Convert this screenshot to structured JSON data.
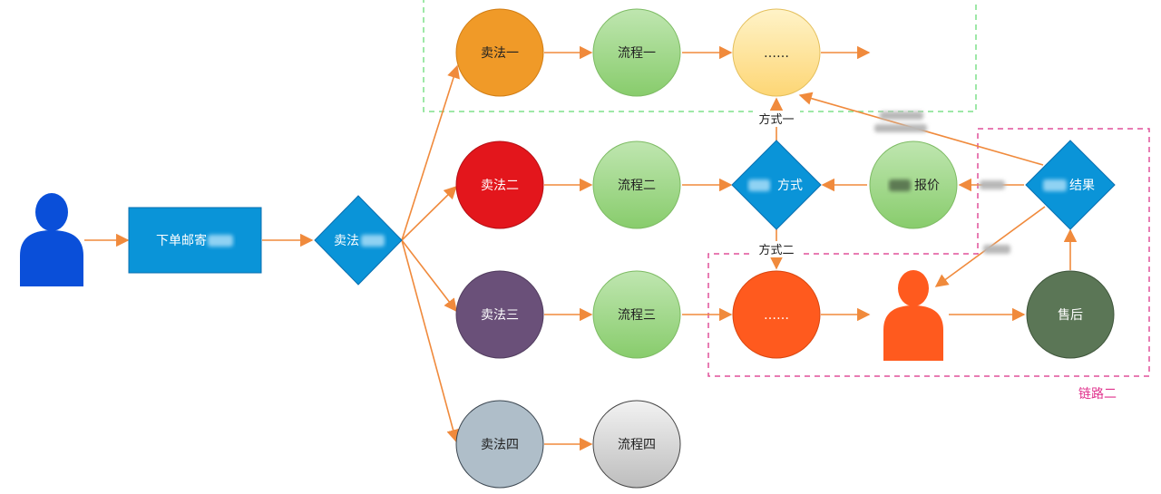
{
  "colors": {
    "arrow": "#f08a3c",
    "green_dash": "#7ee08a",
    "pink_dash": "#e0509a",
    "person_blue": "#0a4fd9",
    "person_orange": "#ff5a1e",
    "blue_box": "#0a94d8"
  },
  "diagram": {
    "entry": {
      "box_label": "下单邮寄",
      "decision_label": "卖法"
    },
    "methods": [
      {
        "label": "卖法一",
        "color": "#f09a28",
        "process": "流程一"
      },
      {
        "label": "卖法二",
        "color": "#e3161c",
        "process": "流程二"
      },
      {
        "label": "卖法三",
        "color": "#6a5079",
        "process": "流程三"
      },
      {
        "label": "卖法四",
        "color": "#afbec9",
        "process": "流程四"
      }
    ],
    "ellipsis_top": "……",
    "ellipsis_mid": "……",
    "method_decision": "方式",
    "quote_node": "报价",
    "result_decision": "结果",
    "after_sales": "售后",
    "edge_way1": "方式一",
    "edge_way2": "方式二",
    "chain_label": "链路二"
  },
  "icons": {
    "user_person": "person-icon",
    "staff_person": "person-icon"
  }
}
